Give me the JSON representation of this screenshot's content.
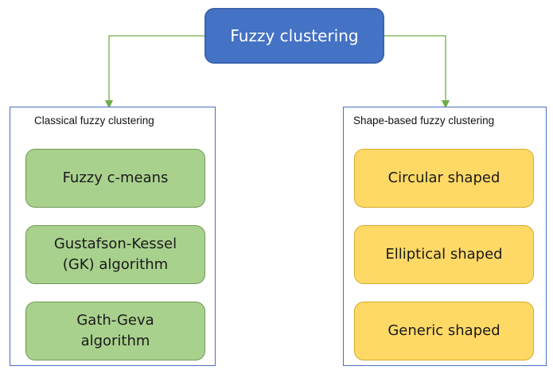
{
  "root": {
    "label": "Fuzzy clustering"
  },
  "groups": [
    {
      "title": "Classical fuzzy clustering",
      "items": [
        "Fuzzy c-means",
        "Gustafson-Kessel\n(GK) algorithm",
        "Gath-Geva\nalgorithm"
      ]
    },
    {
      "title": "Shape-based fuzzy clustering",
      "items": [
        "Circular shaped",
        "Elliptical shaped",
        "Generic shaped"
      ]
    }
  ],
  "colors": {
    "root_fill": "#4472c4",
    "classical_fill": "#a9d18e",
    "shape_fill": "#ffd966",
    "connector": "#70ad47",
    "group_border": "#4a6fbf"
  }
}
